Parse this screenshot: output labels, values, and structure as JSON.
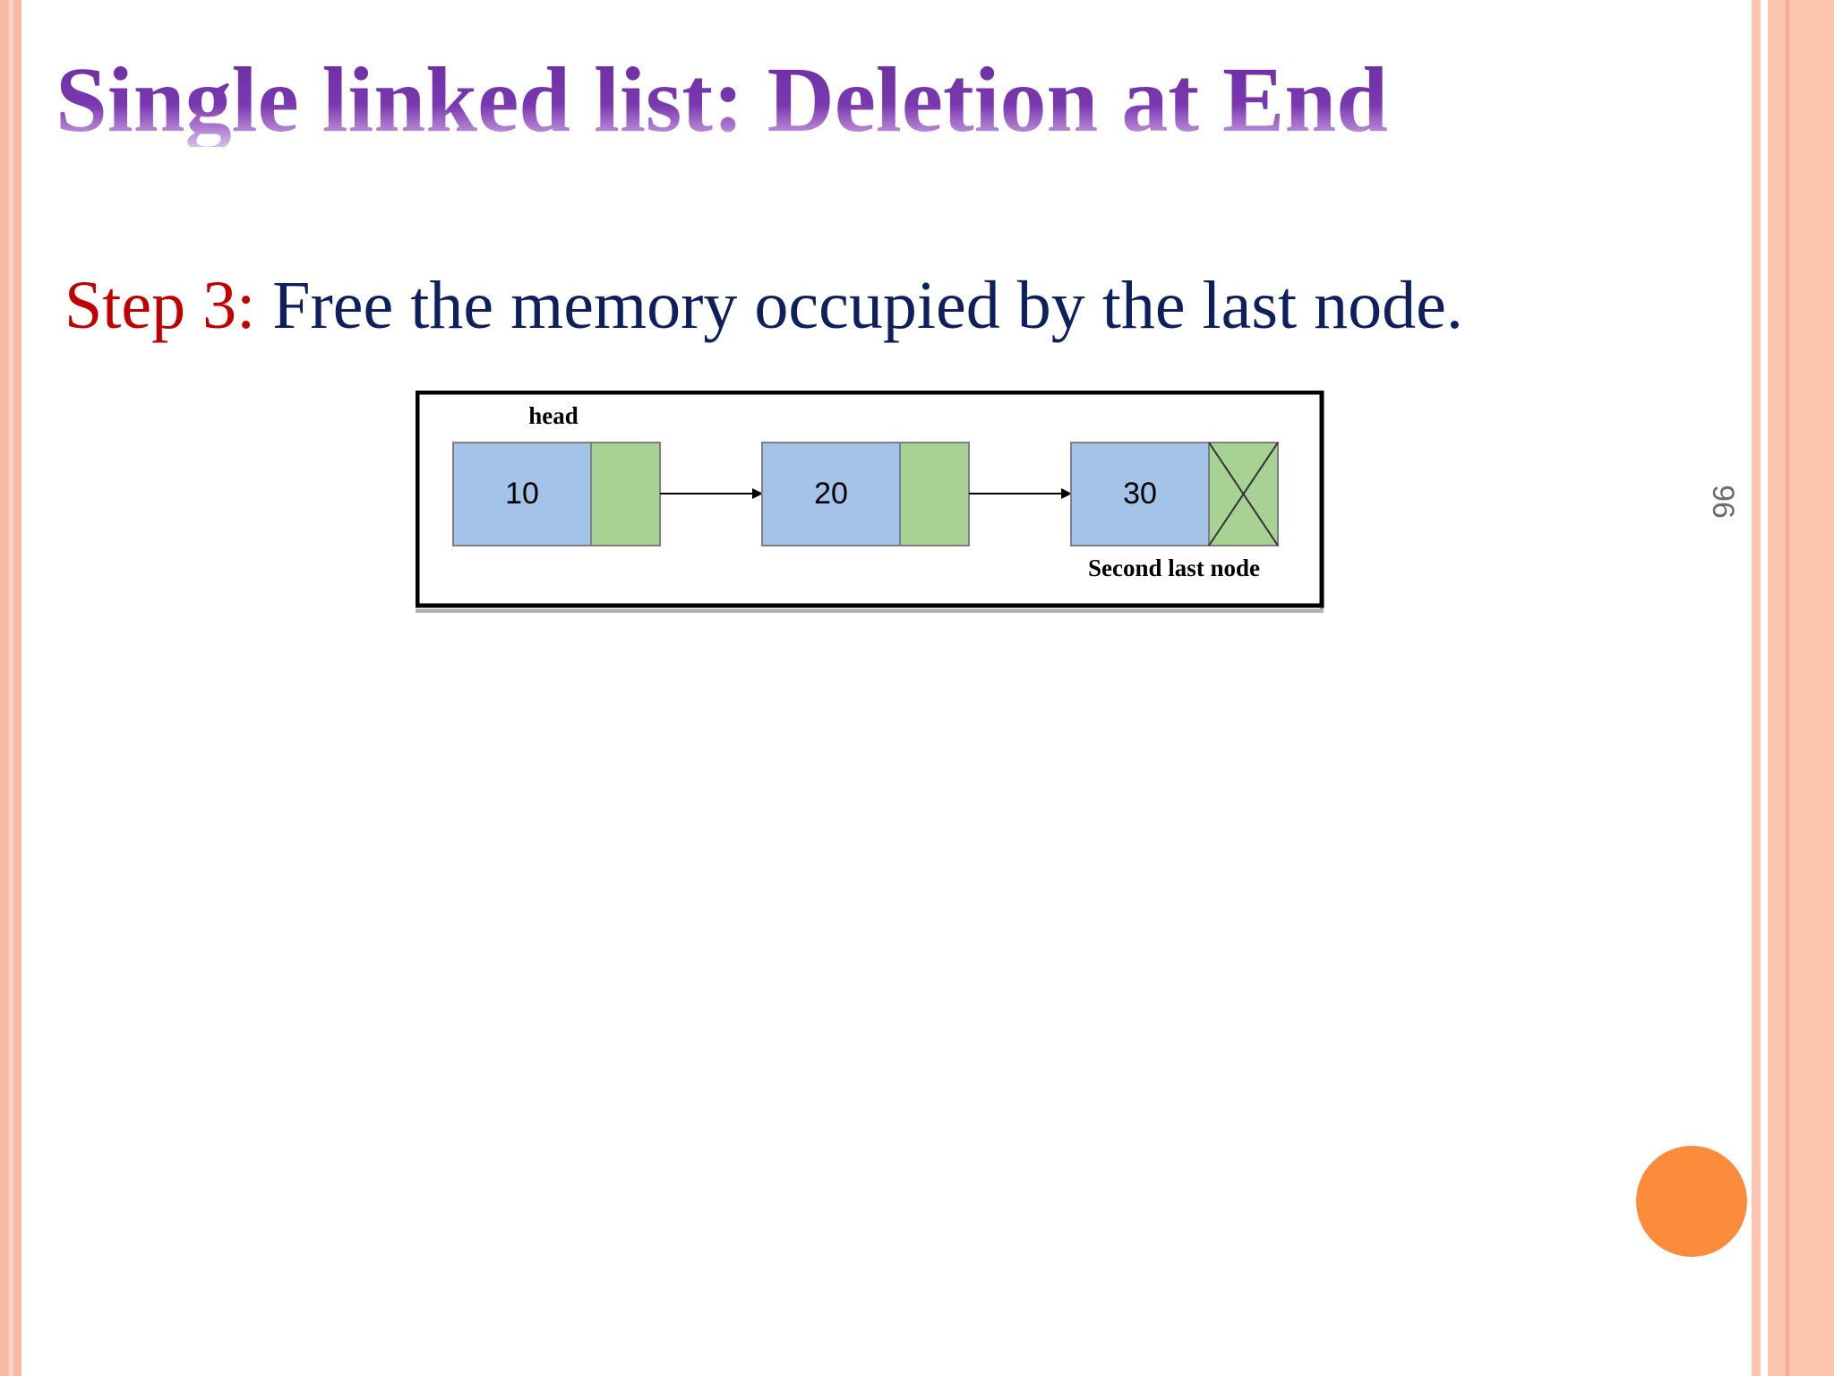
{
  "slide": {
    "title": "Single linked list: Deletion at End",
    "step_label": "Step 3:",
    "step_text": " Free the memory occupied by the last node.",
    "page_number": "96"
  },
  "diagram": {
    "head_label": "head",
    "nodes": [
      {
        "value": "10",
        "next_null": false
      },
      {
        "value": "20",
        "next_null": false
      },
      {
        "value": "30",
        "next_null": true
      }
    ],
    "caption": "Second last node"
  },
  "colors": {
    "title": "#7030a0",
    "step_label": "#c00000",
    "body_text": "#0d1f5c",
    "node_data": "#a3c4e8",
    "node_pointer": "#a8d294",
    "accent_circle": "#fd8b3c",
    "side_band": "#fcc3ae"
  }
}
